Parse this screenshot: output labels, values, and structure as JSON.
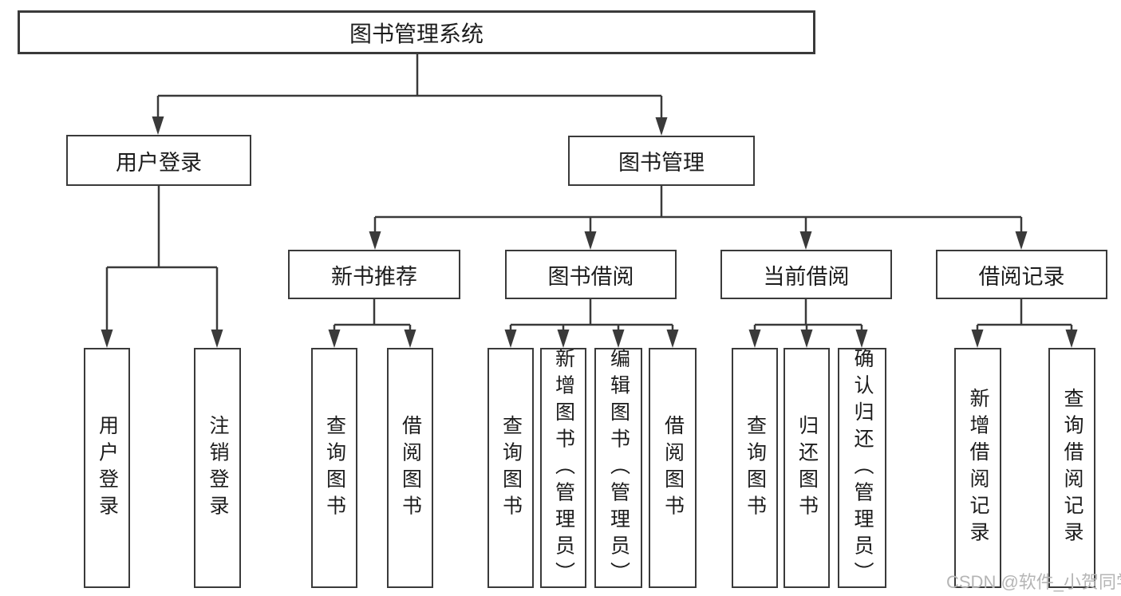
{
  "tree": {
    "root": "图书管理系统",
    "children": [
      {
        "label": "用户登录",
        "leaves": [
          "用户登录",
          "注销登录"
        ]
      },
      {
        "label": "图书管理",
        "children": [
          {
            "label": "新书推荐",
            "leaves": [
              "查询图书",
              "借阅图书"
            ]
          },
          {
            "label": "图书借阅",
            "leaves": [
              "查询图书",
              "新增图书（管理员）",
              "编辑图书（管理员）",
              "借阅图书"
            ]
          },
          {
            "label": "当前借阅",
            "leaves": [
              "查询图书",
              "归还图书",
              "确认归还（管理员）"
            ]
          },
          {
            "label": "借阅记录",
            "leaves": [
              "新增借阅记录",
              "查询借阅记录"
            ]
          }
        ]
      }
    ]
  },
  "watermark": {
    "text": "CSDN @软件_小贺同学"
  },
  "colors": {
    "line": "#3a3a3a",
    "box_border": "#3a3a3a",
    "text": "#1c1c1c",
    "watermark": "#b5b5b5",
    "background": "#ffffff"
  }
}
